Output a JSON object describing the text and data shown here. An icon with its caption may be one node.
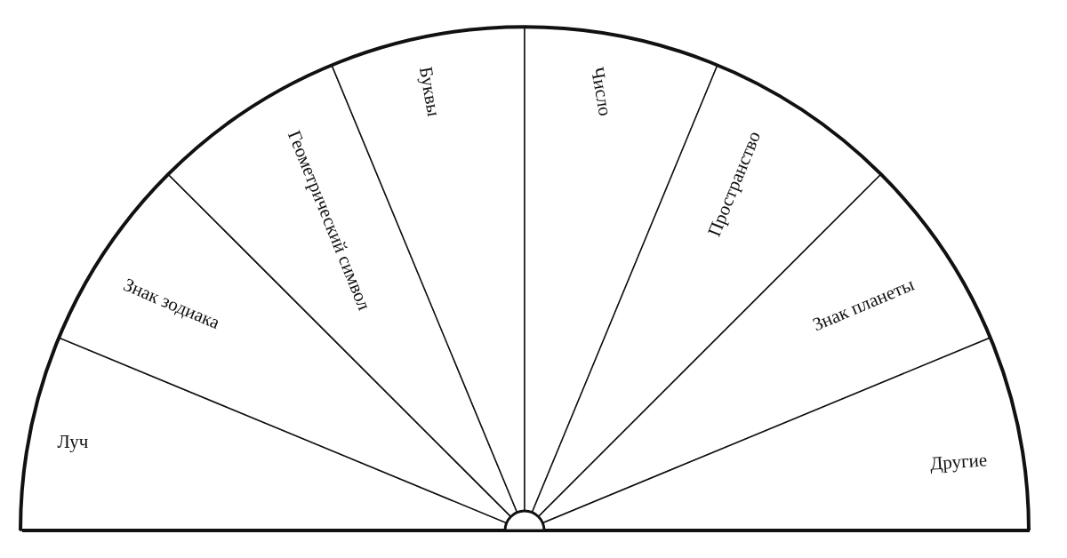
{
  "diagram": {
    "nodes": [
      {
        "text": [
          "Луч"
        ]
      },
      {
        "text": [
          "Знак зодиака"
        ]
      },
      {
        "text": [
          "Геометрический символ"
        ]
      },
      {
        "text": [
          "Буквы"
        ]
      },
      {
        "text": [
          "Число"
        ]
      },
      {
        "text": [
          "Пространство"
        ]
      },
      {
        "text": [
          "Знак планеты"
        ]
      },
      {
        "text": [
          "Другие"
        ]
      }
    ]
  }
}
